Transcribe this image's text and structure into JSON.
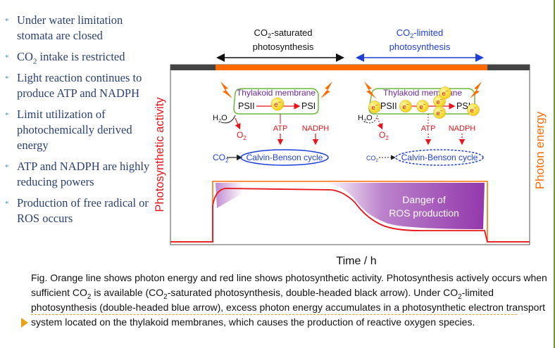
{
  "bullets": [
    {
      "text": "Under water limitation stomata are closed"
    },
    {
      "pre": "CO",
      "sub": "2",
      "post": " intake is restricted"
    },
    {
      "text": "Light reaction continues to produce ATP and NADPH"
    },
    {
      "text": "Limit utilization of photochemically derived energy"
    },
    {
      "text": "ATP and NADPH are highly reducing powers"
    },
    {
      "text": "Production of  free radical or ROS  occurs"
    }
  ],
  "bullet_marker": "*",
  "diagram": {
    "saturated_label_1_pre": "CO",
    "saturated_label_1_sub": "2",
    "saturated_label_1_post": "-saturated",
    "saturated_label_2": "photosynthesis",
    "limited_label_1_pre": "CO",
    "limited_label_1_sub": "2",
    "limited_label_1_post": "-limited",
    "limited_label_2": "photosynthesis",
    "left_panel": {
      "thylakoid": "Thylakoid membrane",
      "psii": "PSII",
      "psi": "PSI",
      "electron": "e",
      "electron_sup": "−",
      "h2o_pre": "H",
      "h2o_sub": "2",
      "h2o_post": "O",
      "o2_pre": "O",
      "o2_sub": "2",
      "atp": "ATP",
      "nadph": "NADPH",
      "co2_pre": "CO",
      "co2_sub": "2",
      "cycle": "Calvin-Benson cycle"
    },
    "right_panel": {
      "thylakoid": "Thylakoid membrane",
      "psii": "PSII",
      "psi": "PSI",
      "electron": "e",
      "electron_sup": "−",
      "h2o_pre": "H",
      "h2o_sub": "2",
      "h2o_post": "O",
      "o2_pre": "O",
      "o2_sub": "2",
      "atp": "ATP",
      "nadph": "NADPH",
      "co2_pre": "CO",
      "co2_sub": "2",
      "cycle": "Calvin-Benson cycle"
    },
    "danger_1": "Danger of",
    "danger_2": "ROS production",
    "y_axis_left": "Photosynthetic activity",
    "y_axis_right": "Photon energy",
    "x_axis": "Time / h"
  },
  "caption": {
    "p1": "Fig. Orange line shows photon energy and red line shows photosynthetic activity. Photosynthesis actively occurs when sufficient CO",
    "s1": "2",
    "p2": " is available (CO",
    "s2": "2",
    "p3": "-saturated photosynthesis, double-headed black arrow). Under CO",
    "s3": "2",
    "p4": "-limited photosynthesis (double-headed blue arrow), excess photon energy accumulates in a photosynthetic electron transport system located on the thylakoid membranes, which causes the production of reactive oxygen species."
  },
  "colors": {
    "bullet_text": "#2a3f73",
    "bullet_marker": "#3d8fb4",
    "photon_energy": "#ff6a00",
    "photosynthetic_activity": "#e8141c",
    "co2_limited": "#1f3fd8",
    "danger_fill": "#8e2ea8",
    "electron": "#f6e11a",
    "slide_edge": "#6a9a3a"
  }
}
